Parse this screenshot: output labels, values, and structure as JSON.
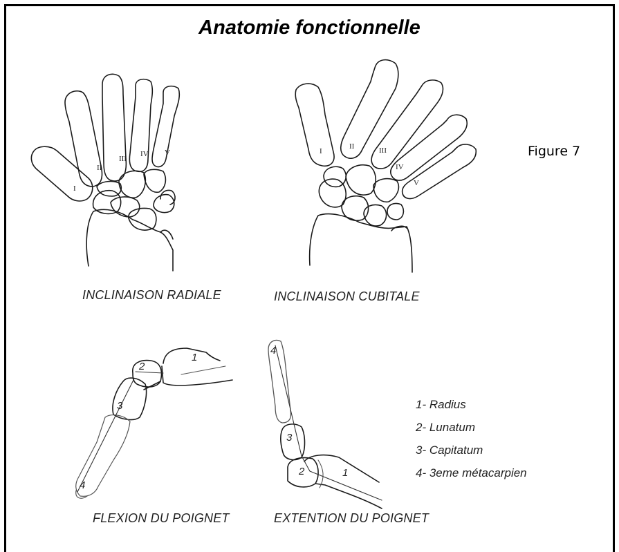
{
  "title": "Anatomie fonctionnelle",
  "figure_label": "Figure 7",
  "captions": {
    "radial": "INCLINAISON RADIALE",
    "cubital": "INCLINAISON CUBITALE",
    "flexion": "FLEXION DU POIGNET",
    "extension": "EXTENTION DU POIGNET"
  },
  "roman_labels": [
    "I",
    "II",
    "III",
    "IV",
    "V"
  ],
  "bone_numbers": [
    "1",
    "2",
    "3",
    "4"
  ],
  "legend": [
    "1- Radius",
    "2- Lunatum",
    "3- Capitatum",
    "4- 3eme métacarpien"
  ]
}
